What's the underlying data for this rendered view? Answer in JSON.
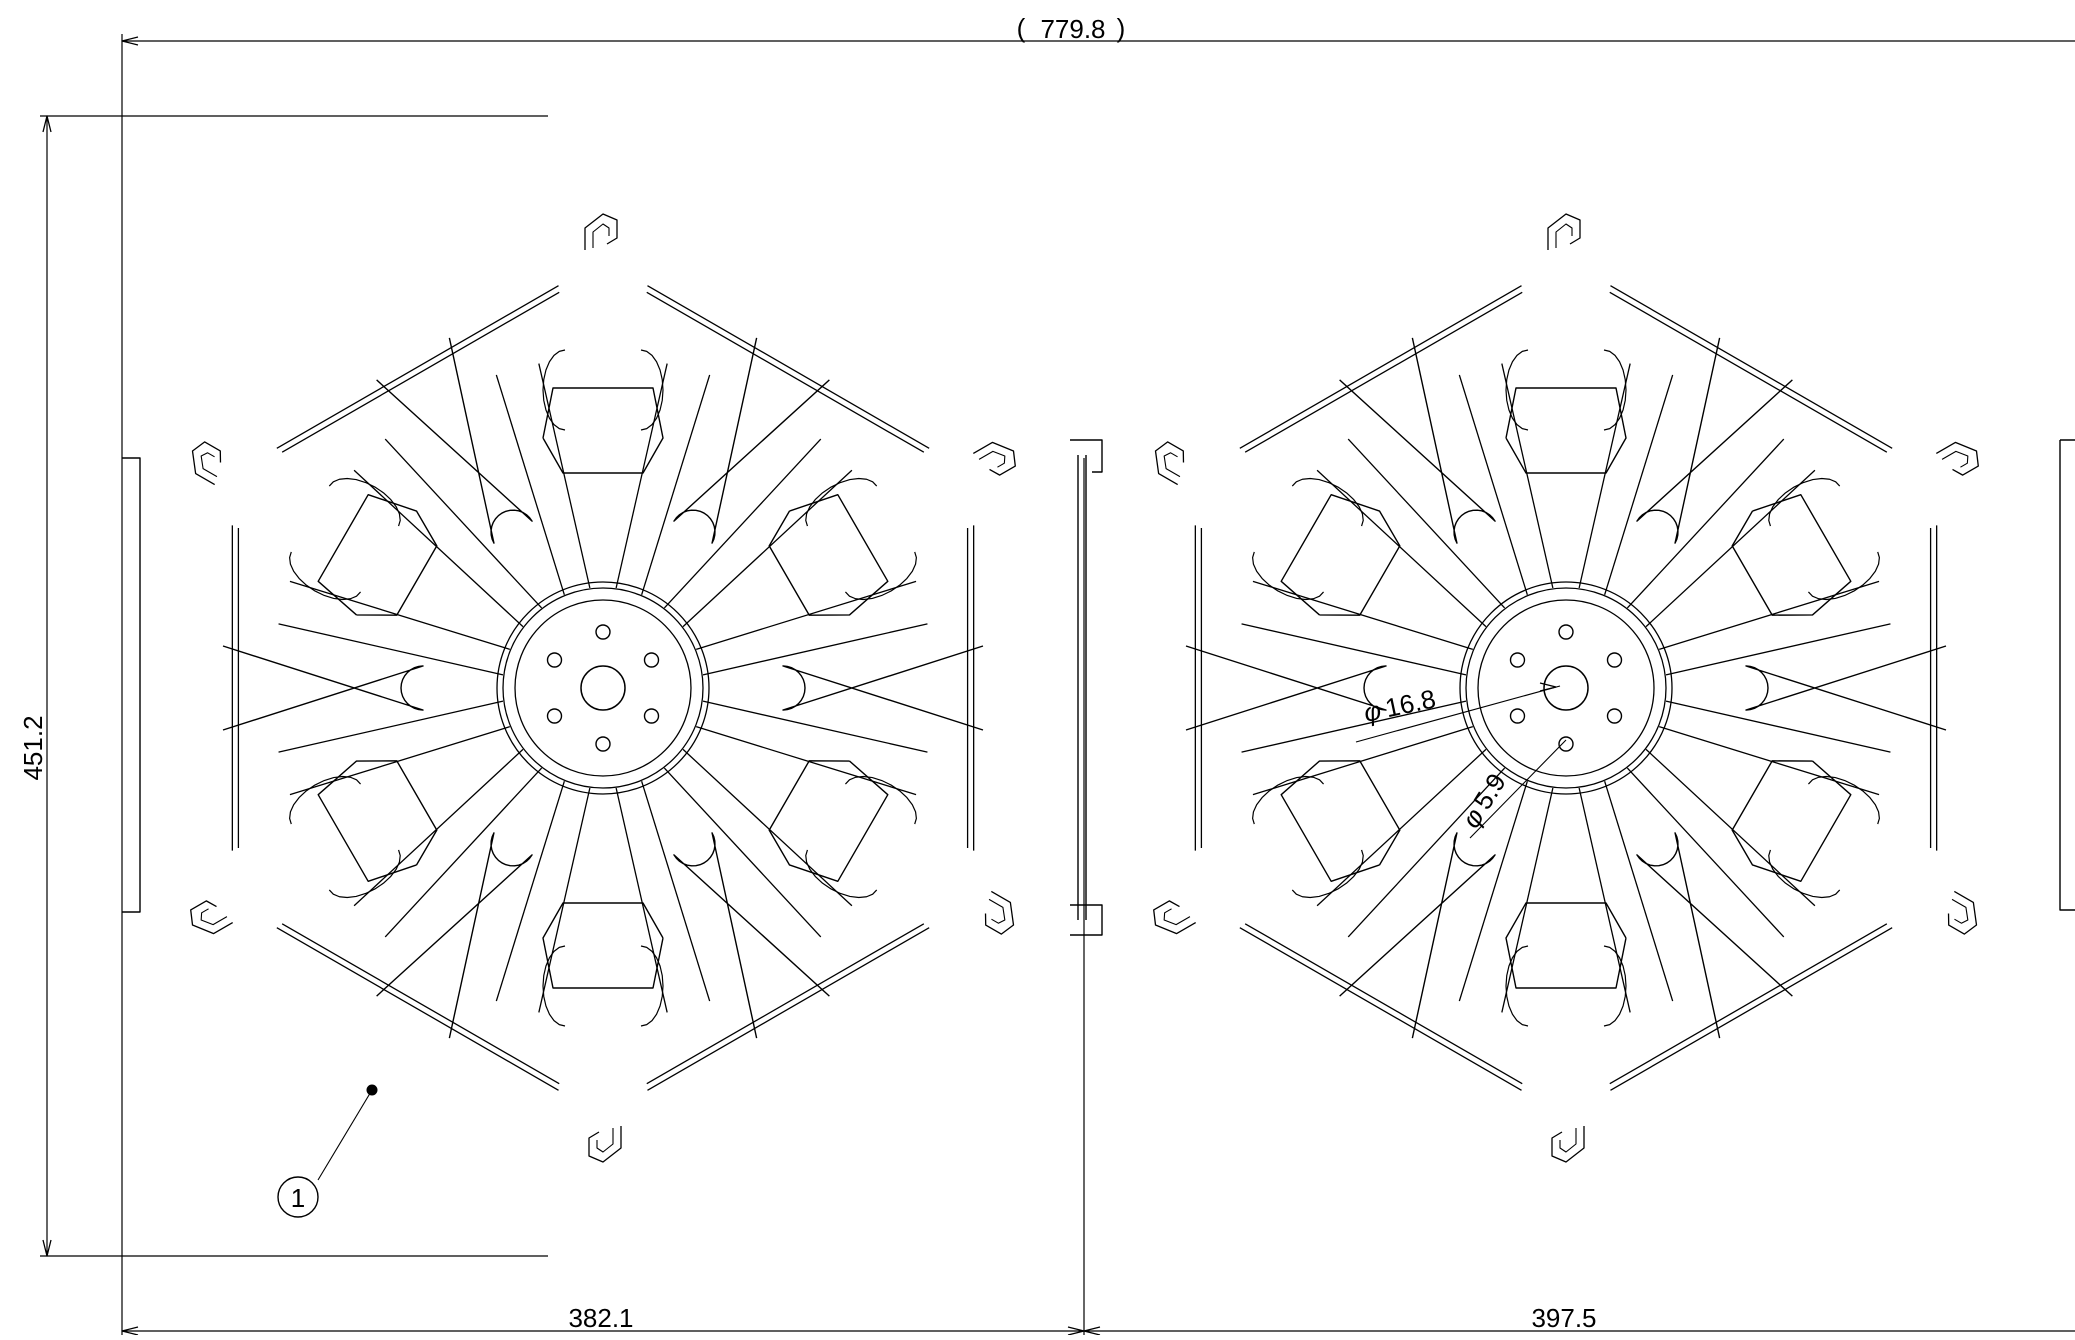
{
  "dimensions": {
    "overall_width": "779.8",
    "overall_height": "451.2",
    "left_width": "382.1",
    "right_width": "397.5"
  },
  "callouts": {
    "hub_bore": "16.8",
    "bolt_hole": "5.9",
    "diameter_symbol": "φ",
    "part_number": "1"
  },
  "colors": {
    "line": "#000000",
    "background": "#ffffff"
  }
}
